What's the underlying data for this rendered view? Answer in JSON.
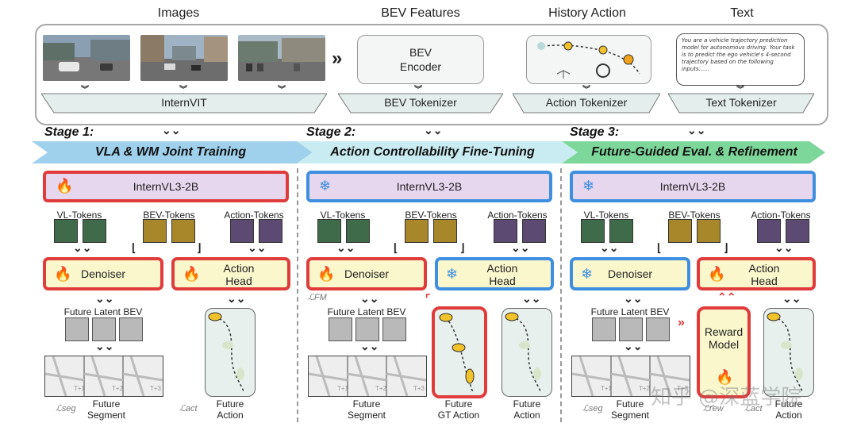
{
  "headers": {
    "images": "Images",
    "bev": "BEV Features",
    "history": "History Action",
    "text": "Text"
  },
  "top": {
    "bev_encoder": "BEV\nEncoder",
    "text_bubble": "You are a vehicle trajectory prediction model for autonomous driving. Your task is to predict the ego vehicle's 4-second trajectory based on the following inputs......",
    "arrow": "»"
  },
  "tokenizers": {
    "internvit": "InternVIT",
    "bev": "BEV Tokenizer",
    "action": "Action Tokenizer",
    "text": "Text Tokenizer"
  },
  "stages": [
    {
      "label": "Stage 1:",
      "banner": "VLA & WM Joint Training",
      "banner_color": "#9fd0ec",
      "vlm": "InternVL3-2B",
      "vlm_frozen": false,
      "tokens": [
        "VL-Tokens",
        "BEV-Tokens",
        "Action-Tokens"
      ],
      "denoiser": "Denoiser",
      "denoiser_frozen": false,
      "action_head": "Action\nHead",
      "action_head_frozen": false,
      "future_latent": "Future Latent BEV",
      "future_segment": "Future\nSegment",
      "future_action": "Future\nAction",
      "seg_tags": [
        "T+1",
        "T+2",
        "T+3"
      ]
    },
    {
      "label": "Stage 2:",
      "banner": "Action Controllability Fine-Tuning",
      "banner_color": "#c9ecf2",
      "vlm": "InternVL3-2B",
      "vlm_frozen": true,
      "tokens": [
        "VL-Tokens",
        "BEV-Tokens",
        "Action-Tokens"
      ],
      "denoiser": "Denoiser",
      "denoiser_frozen": false,
      "action_head": "Action\nHead",
      "action_head_frozen": true,
      "future_latent": "Future Latent BEV",
      "future_segment": "Future\nSegment",
      "future_gt_action": "Future\nGT Action",
      "future_action": "Future\nAction",
      "seg_tags": [
        "T+1",
        "T+2",
        "T+3"
      ]
    },
    {
      "label": "Stage 3:",
      "banner": "Future-Guided Eval. & Refinement",
      "banner_color": "#7ed79a",
      "vlm": "InternVL3-2B",
      "vlm_frozen": true,
      "tokens": [
        "VL-Tokens",
        "BEV-Tokens",
        "Action-Tokens"
      ],
      "denoiser": "Denoiser",
      "denoiser_frozen": true,
      "action_head": "Action\nHead",
      "action_head_frozen": false,
      "future_latent": "Future Latent BEV",
      "reward_model": "Reward\nModel",
      "future_segment": "Future\nSegment",
      "future_action": "Future\nAction",
      "seg_tags": [
        "T+1",
        "T+2",
        "T+3"
      ]
    }
  ],
  "losses": {
    "seg": "ℒseg",
    "act": "ℒact",
    "fm": "ℒFM",
    "rew": "ℒrew"
  },
  "watermark": "知乎 @深蓝学院",
  "colors": {
    "trainable": "#e03c3c",
    "frozen": "#3e8fe0",
    "vlm_fill": "#e6d6ee",
    "module_fill": "#fbf7cc"
  },
  "icons": {
    "fire": "fire-icon",
    "snowflake": "snowflake-icon"
  }
}
